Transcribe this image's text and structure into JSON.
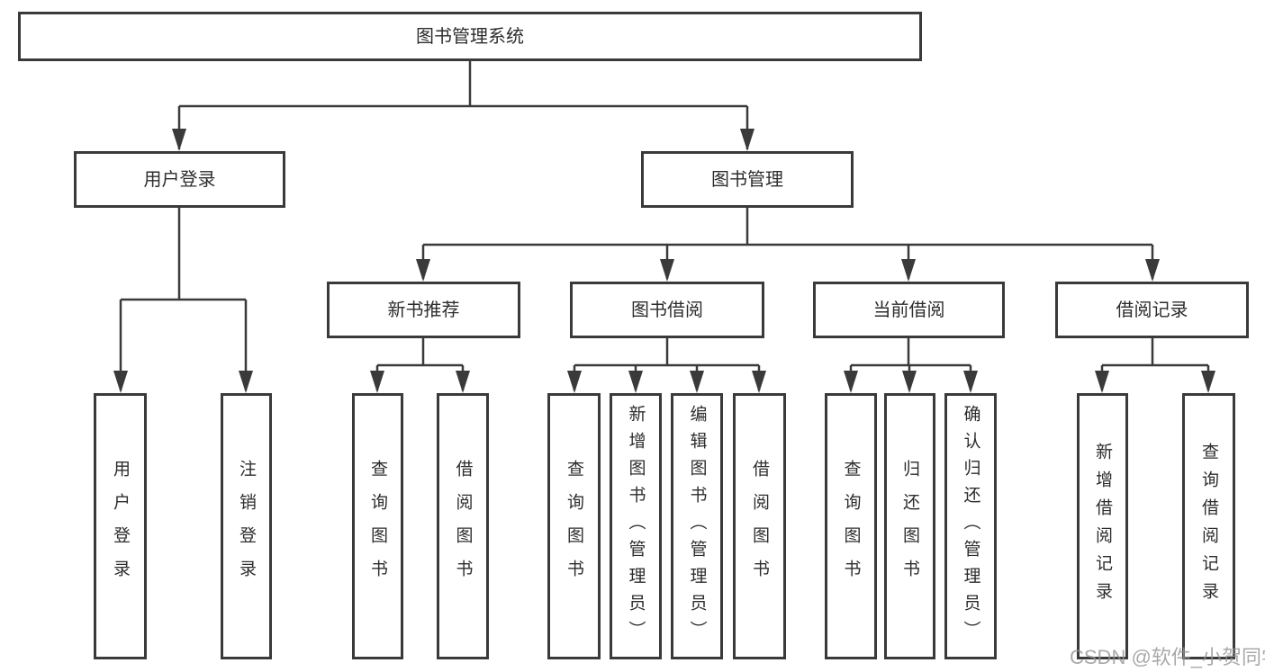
{
  "tree": {
    "label": "图书管理系统",
    "children": [
      {
        "label": "用户登录",
        "children": [
          {
            "label": "用户登录"
          },
          {
            "label": "注销登录"
          }
        ]
      },
      {
        "label": "图书管理",
        "children": [
          {
            "label": "新书推荐",
            "children": [
              {
                "label": "查询图书"
              },
              {
                "label": "借阅图书"
              }
            ]
          },
          {
            "label": "图书借阅",
            "children": [
              {
                "label": "查询图书"
              },
              {
                "label": "新增图书（管理员）"
              },
              {
                "label": "编辑图书（管理员）"
              },
              {
                "label": "借阅图书"
              }
            ]
          },
          {
            "label": "当前借阅",
            "children": [
              {
                "label": "查询图书"
              },
              {
                "label": "归还图书"
              },
              {
                "label": "确认归还（管理员）"
              }
            ]
          },
          {
            "label": "借阅记录",
            "children": [
              {
                "label": "新增借阅记录"
              },
              {
                "label": "查询借阅记录"
              }
            ]
          }
        ]
      }
    ]
  },
  "colors": {
    "line": "#3a3a3a",
    "text": "#2d2d2d",
    "background": "#ffffff",
    "watermark": "#949494"
  },
  "watermark": "CSDN @软件_小贺同学"
}
